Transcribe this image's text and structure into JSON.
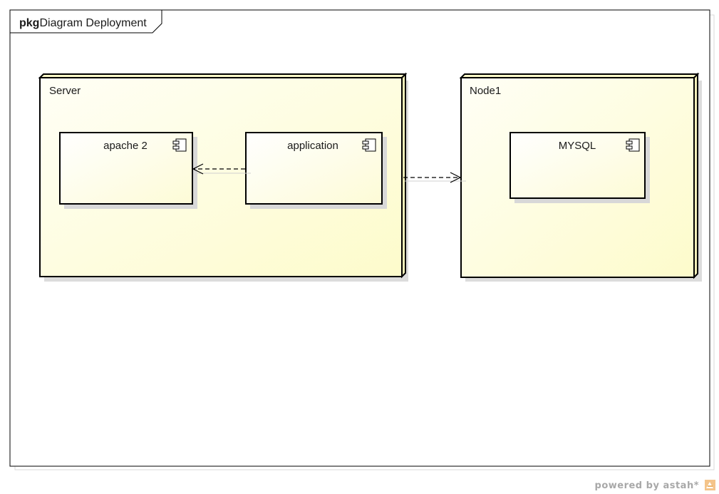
{
  "frame": {
    "keyword": "pkg",
    "title": "Diagram Deployment"
  },
  "nodes": {
    "server": {
      "name": "Server"
    },
    "node1": {
      "name": "Node1"
    }
  },
  "components": {
    "apache": {
      "name": "apache 2"
    },
    "application": {
      "name": "application"
    },
    "mysql": {
      "name": "MYSQL"
    }
  },
  "footer": {
    "powered_by": "powered by astah*"
  },
  "colors": {
    "node_fill_light": "#fffff8",
    "node_fill_dark": "#fdfbcf",
    "stroke": "#000000",
    "shadow": "#d6d6d6"
  },
  "icons": {
    "component": "uml-component-icon",
    "arrow": "open-arrowhead-icon"
  }
}
